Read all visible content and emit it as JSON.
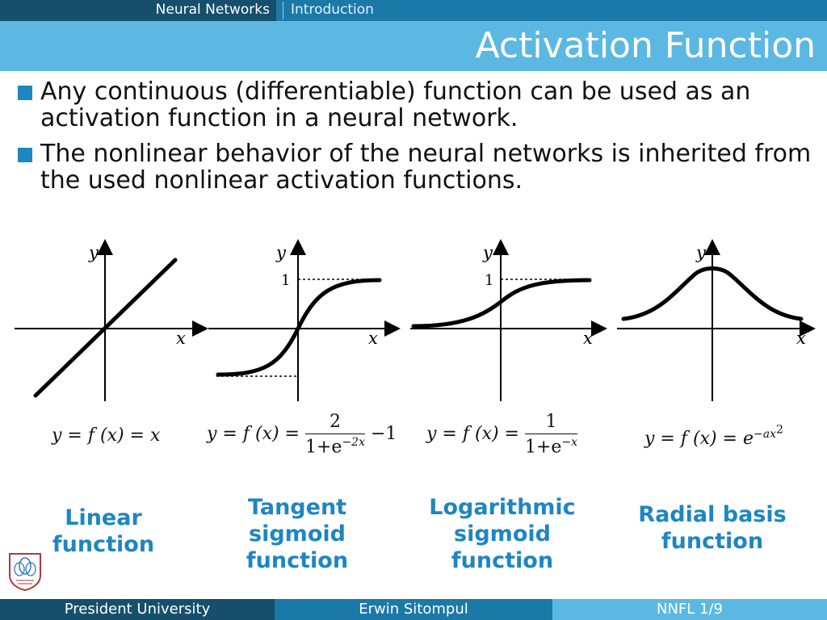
{
  "nav": {
    "section": "Neural Networks",
    "subsection": "Introduction"
  },
  "title": "Activation Function",
  "bullets": [
    "Any continuous (differentiable) function can be used as an activation function in a neural network.",
    "The nonlinear behavior of the neural networks is inherited from the used nonlinear activation functions."
  ],
  "graphs": [
    {
      "axis_y": "y",
      "axis_x": "x",
      "tick": ""
    },
    {
      "axis_y": "y",
      "axis_x": "x",
      "tick": "1"
    },
    {
      "axis_y": "y",
      "axis_x": "x",
      "tick": "1"
    },
    {
      "axis_y": "y",
      "axis_x": "x",
      "tick": ""
    }
  ],
  "formulas": {
    "linear": {
      "lhs": "y = f (x) = x"
    },
    "tansig": {
      "lhs": "y = f (x) =",
      "num": "2",
      "den_base": "1+e",
      "den_exp": "−2x",
      "tail": "−1"
    },
    "logsig": {
      "lhs": "y = f (x) =",
      "num": "1",
      "den_base": "1+e",
      "den_exp": "−x"
    },
    "rbf": {
      "lhs": "y = f (x) = e",
      "exp": "−ax",
      "exp2": "2"
    }
  },
  "labels": {
    "linear": "Linear function",
    "tansig": "Tangent sigmoid function",
    "logsig": "Logarithmic sigmoid function",
    "rbf": "Radial basis function"
  },
  "footer": {
    "institution": "President University",
    "author": "Erwin Sitompul",
    "page": "NNFL 1/9"
  },
  "colors": {
    "accent": "#1e86c2",
    "nav_dark": "#154f6b",
    "nav_mid": "#1b79a8",
    "title_band": "#5bb8e2"
  },
  "icons": {
    "logo": "president-university-seal"
  }
}
